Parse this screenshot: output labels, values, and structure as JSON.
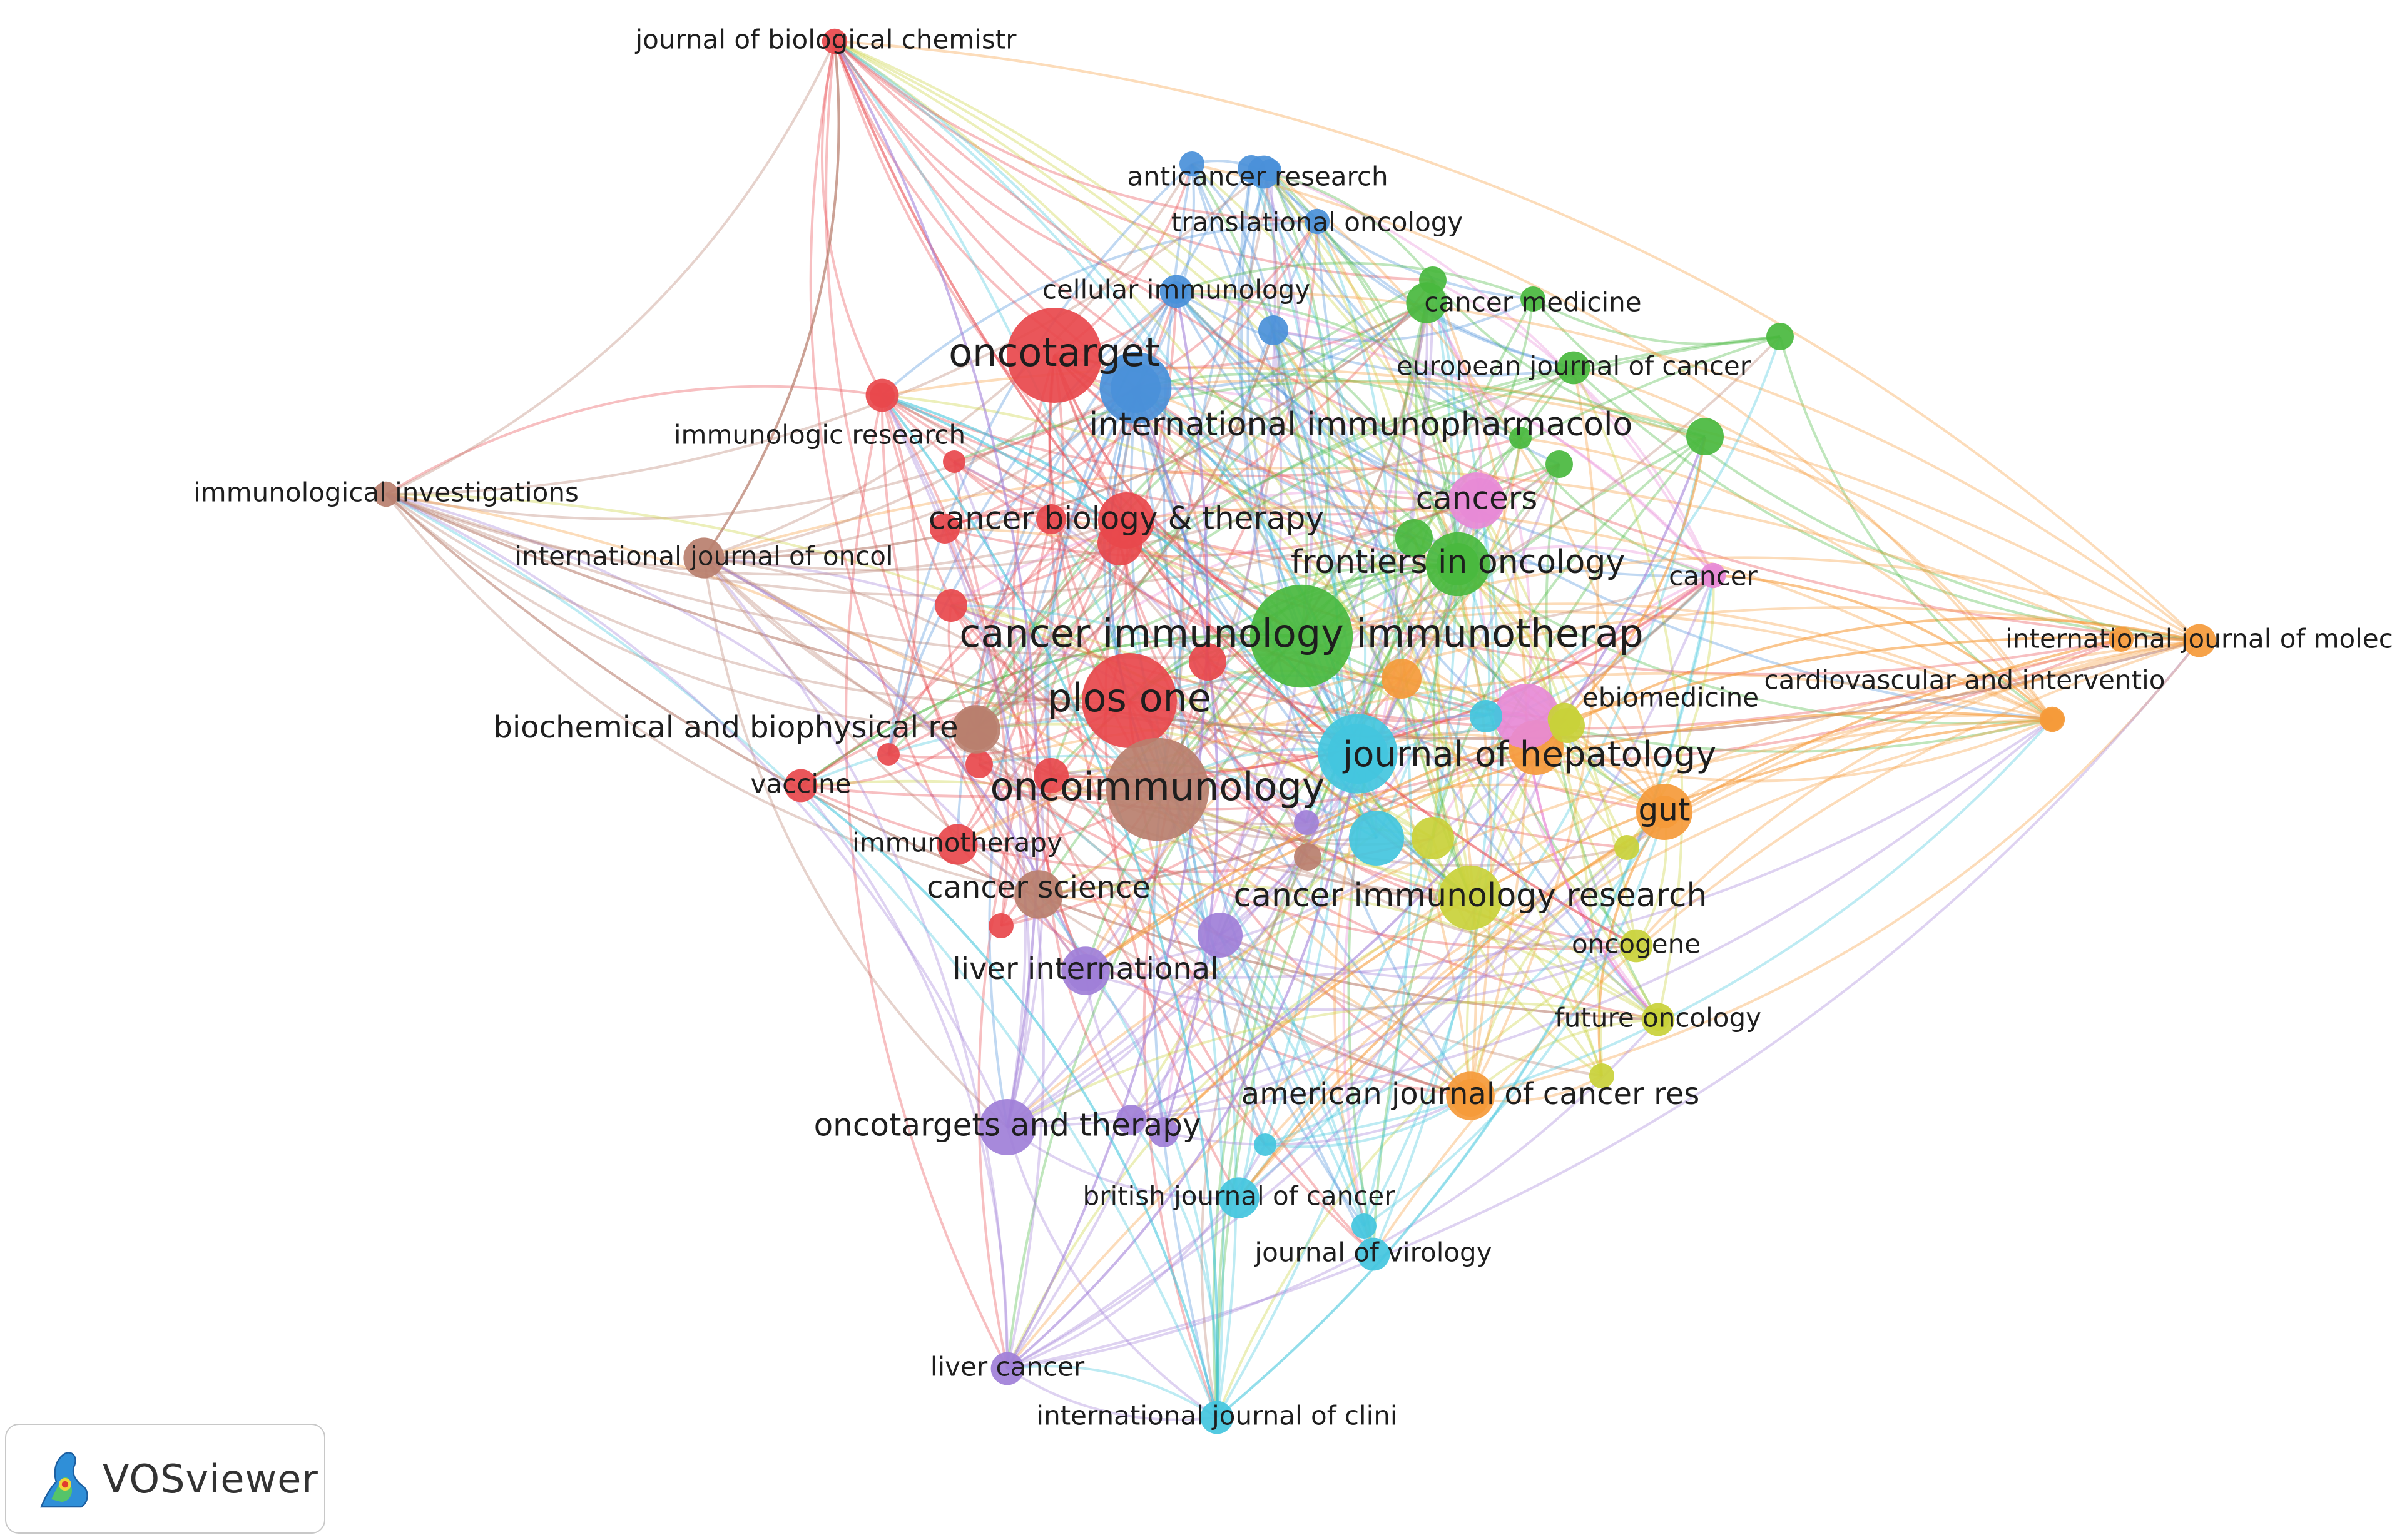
{
  "colors": {
    "red": "#e8484c",
    "blue": "#4a90d9",
    "green": "#49b83e",
    "pink": "#e78ad6",
    "orange": "#f59a3a",
    "cyan": "#43c6de",
    "yellow": "#c9d13a",
    "purple": "#a07fd8",
    "brown": "#b87f6e"
  },
  "nodes": [
    {
      "id": "jbc",
      "label": "journal of biological chemistr",
      "cluster": "red",
      "weight": 1
    },
    {
      "id": "anticancer",
      "label": "anticancer research",
      "cluster": "blue",
      "weight": 2
    },
    {
      "id": "translational",
      "label": "translational oncology",
      "cluster": "blue",
      "weight": 1
    },
    {
      "id": "cellimmunol",
      "label": "cellular immunology",
      "cluster": "blue",
      "weight": 2
    },
    {
      "id": "cancermedicine",
      "label": "cancer medicine",
      "cluster": "green",
      "weight": 3
    },
    {
      "id": "oncotarget",
      "label": "oncotarget",
      "cluster": "red",
      "weight": 10
    },
    {
      "id": "eurjcancer",
      "label": "european journal of cancer",
      "cluster": "green",
      "weight": 2
    },
    {
      "id": "intimmuno",
      "label": "international immunopharmacolo",
      "cluster": "blue",
      "weight": 7
    },
    {
      "id": "immunolres",
      "label": "immunologic research",
      "cluster": "red",
      "weight": 2
    },
    {
      "id": "immunolinv",
      "label": "immunological investigations",
      "cluster": "brown",
      "weight": 1
    },
    {
      "id": "cancers",
      "label": "cancers",
      "cluster": "pink",
      "weight": 5
    },
    {
      "id": "cbt",
      "label": "cancer biology & therapy",
      "cluster": "red",
      "weight": 5
    },
    {
      "id": "ijoncol",
      "label": "international journal of oncol",
      "cluster": "brown",
      "weight": 3
    },
    {
      "id": "frontoncol",
      "label": "frontiers in oncology",
      "cluster": "green",
      "weight": 6
    },
    {
      "id": "cancer",
      "label": "cancer",
      "cluster": "pink",
      "weight": 1
    },
    {
      "id": "cii",
      "label": "cancer immunology immunotherap",
      "cluster": "green",
      "weight": 11
    },
    {
      "id": "ijmolec",
      "label": "international journal of molec",
      "cluster": "orange",
      "weight": 2
    },
    {
      "id": "cardio",
      "label": "cardiovascular and interventio",
      "cluster": "orange",
      "weight": 1
    },
    {
      "id": "plosone",
      "label": "plos one",
      "cluster": "red",
      "weight": 10
    },
    {
      "id": "ebiomed",
      "label": "ebiomedicine",
      "cluster": "yellow",
      "weight": 2
    },
    {
      "id": "bbrc",
      "label": "biochemical and biophysical re",
      "cluster": "brown",
      "weight": 4
    },
    {
      "id": "jhep",
      "label": "journal of hepatology",
      "cluster": "cyan",
      "weight": 8
    },
    {
      "id": "gut",
      "label": "gut",
      "cluster": "orange",
      "weight": 5
    },
    {
      "id": "vaccine",
      "label": "vaccine",
      "cluster": "red",
      "weight": 2
    },
    {
      "id": "oncoimmunology",
      "label": "oncoimmunology",
      "cluster": "brown",
      "weight": 11
    },
    {
      "id": "immunotherapy",
      "label": "immunotherapy",
      "cluster": "red",
      "weight": 3
    },
    {
      "id": "cancerscience",
      "label": "cancer science",
      "cluster": "brown",
      "weight": 4
    },
    {
      "id": "cir",
      "label": "cancer immunology research",
      "cluster": "yellow",
      "weight": 6
    },
    {
      "id": "oncogene",
      "label": "oncogene",
      "cluster": "yellow",
      "weight": 2
    },
    {
      "id": "liverint",
      "label": "liver international",
      "cluster": "purple",
      "weight": 4
    },
    {
      "id": "futureoncol",
      "label": "future oncology",
      "cluster": "yellow",
      "weight": 2
    },
    {
      "id": "ajcr",
      "label": "american journal of cancer res",
      "cluster": "orange",
      "weight": 4
    },
    {
      "id": "oncotargets",
      "label": "oncotargets and therapy",
      "cluster": "purple",
      "weight": 5
    },
    {
      "id": "bjc",
      "label": "british journal of cancer",
      "cluster": "cyan",
      "weight": 3
    },
    {
      "id": "jvirology",
      "label": "journal of virology",
      "cluster": "cyan",
      "weight": 2
    },
    {
      "id": "livercancer",
      "label": "liver cancer",
      "cluster": "purple",
      "weight": 2
    },
    {
      "id": "ijclini",
      "label": "international journal of clini",
      "cluster": "cyan",
      "weight": 2
    }
  ],
  "badge": {
    "text": "VOSviewer",
    "logo_icon": "vosviewer-logo-icon"
  }
}
